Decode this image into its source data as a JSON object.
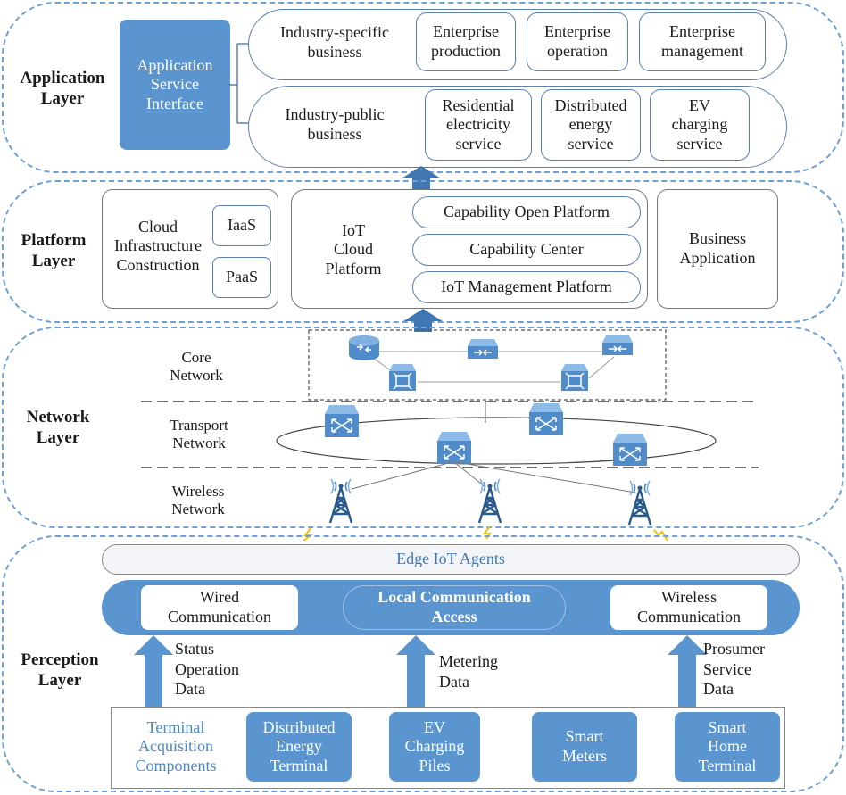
{
  "application_layer": {
    "label": "Application\nLayer",
    "service_interface": "Application\nService\nInterface",
    "industry_specific": "Industry-specific\nbusiness",
    "enterprise_production": "Enterprise\nproduction",
    "enterprise_operation": "Enterprise\noperation",
    "enterprise_management": "Enterprise\nmanagement",
    "industry_public": "Industry-public\nbusiness",
    "residential": "Residential\nelectricity\nservice",
    "distributed_energy": "Distributed\nenergy\nservice",
    "ev_charging": "EV\ncharging\nservice"
  },
  "platform_layer": {
    "label": "Platform\nLayer",
    "cloud_infra": "Cloud\nInfrastructure\nConstruction",
    "iaas": "IaaS",
    "paas": "PaaS",
    "iot_cloud": "IoT\nCloud\nPlatform",
    "capability_open": "Capability Open Platform",
    "capability_center": "Capability Center",
    "iot_management": "IoT Management Platform",
    "business_application": "Business\nApplication"
  },
  "network_layer": {
    "label": "Network\nLayer",
    "core": "Core\nNetwork",
    "transport": "Transport\nNetwork",
    "wireless": "Wireless\nNetwork"
  },
  "perception_layer": {
    "label": "Perception\nLayer",
    "edge_agents": "Edge IoT Agents",
    "wired": "Wired\nCommunication",
    "local_access": "Local Communication\nAccess",
    "wireless_comm": "Wireless\nCommunication",
    "status_data": "Status\nOperation\nData",
    "metering_data": "Metering\nData",
    "prosumer_data": "Prosumer\nService\nData",
    "terminal_components": "Terminal\nAcquisition\nComponents",
    "distributed_terminal": "Distributed\nEnergy\nTerminal",
    "ev_piles": "EV\nCharging\nPiles",
    "smart_meters": "Smart\nMeters",
    "smart_home": "Smart\nHome\nTerminal"
  },
  "colors": {
    "accent_blue": "#5b95d0",
    "dashed_border": "#6fa0d4",
    "icon_blue": "#4f8cc9",
    "tower_blue": "#2a5a8c",
    "lightning": "#f2c200"
  }
}
